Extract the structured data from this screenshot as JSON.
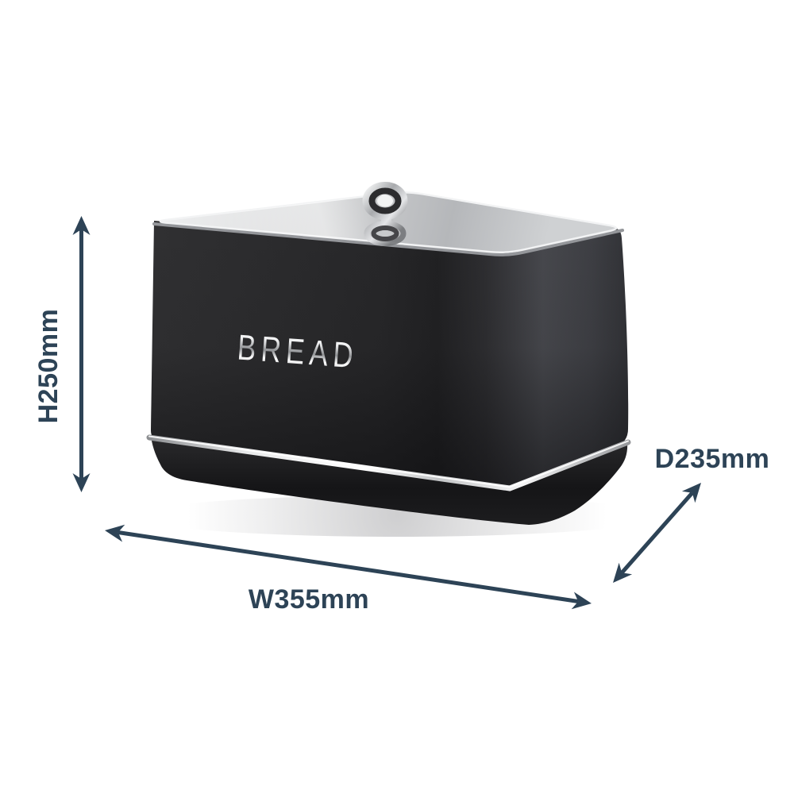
{
  "figure": {
    "product": {
      "embossed_label": "BREAD"
    },
    "dimensions": {
      "height_label": "H250mm",
      "width_label": "W355mm",
      "depth_label": "D235mm"
    },
    "colors": {
      "background": "#ffffff",
      "dimension_annotations": "#2d4356",
      "bin_body_black": "#232325",
      "lid_chrome": "#d7d8da",
      "trim_chrome": "#f2f3f4",
      "embossed_letters_chrome": "#d8dadc"
    }
  }
}
